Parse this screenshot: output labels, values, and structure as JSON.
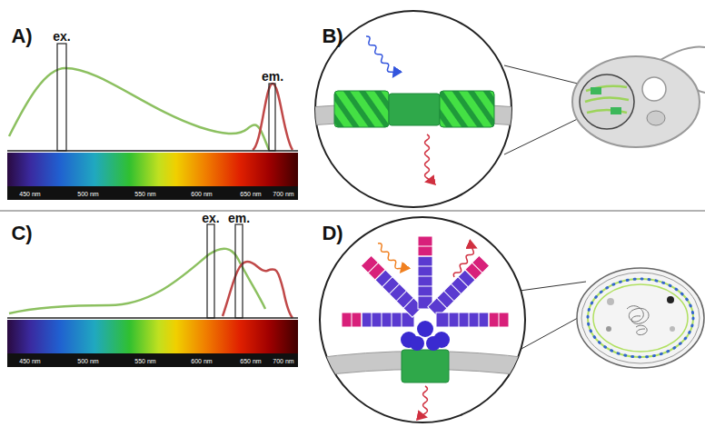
{
  "diagram": {
    "labels": [
      "A)",
      "ex.",
      "em.",
      "450 nm",
      "500 nm",
      "550 nm",
      "600 nm",
      "650 nm",
      "700 nm",
      "B)",
      "C)",
      "ex.",
      "em.",
      "450 nm",
      "500 nm",
      "550 nm",
      "600 nm",
      "650 nm",
      "700 nm",
      "D)"
    ]
  }
}
